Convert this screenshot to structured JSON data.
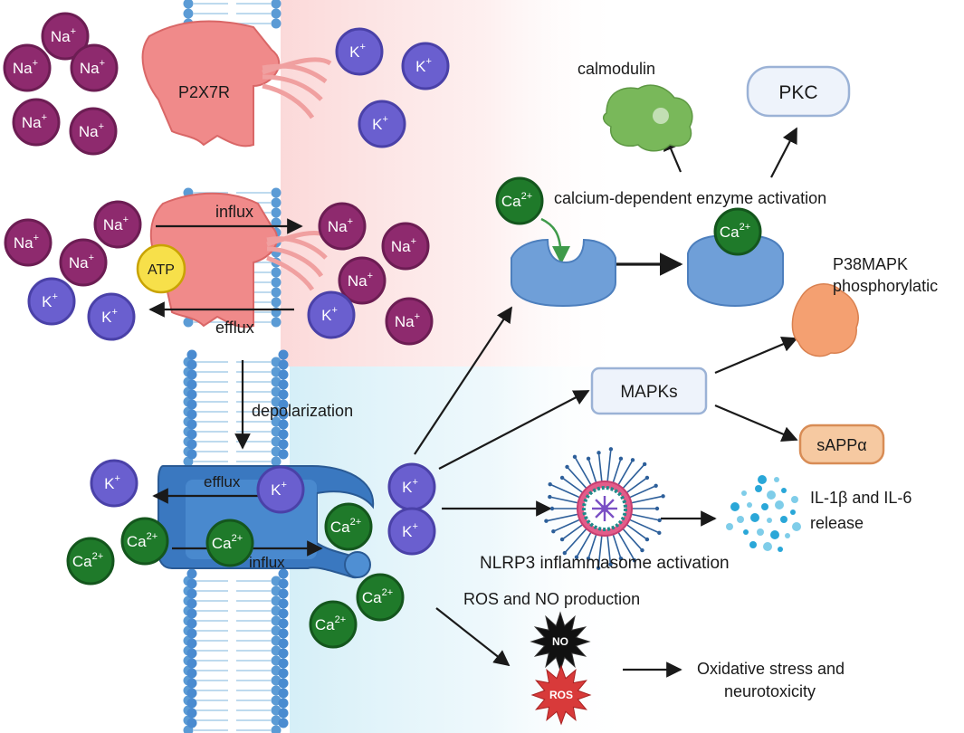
{
  "ions": {
    "na": {
      "symbol": "Na",
      "charge": "+",
      "fill": "#8e2a6e",
      "stroke": "#6c1d53"
    },
    "k": {
      "symbol": "K",
      "charge": "+",
      "fill": "#6a5fcf",
      "stroke": "#4a41a8"
    },
    "ca": {
      "symbol": "Ca",
      "charge": "2+",
      "fill": "#1f7a2a",
      "stroke": "#14561d"
    }
  },
  "labels": {
    "receptor": "P2X7R",
    "atp": "ATP",
    "influx_top": "influx",
    "efflux_top": "efflux",
    "depolarization": "depolarization",
    "efflux_channel": "efflux",
    "influx_channel": "influx",
    "calmodulin": "calmodulin",
    "pkc": "PKC",
    "calcium_enzyme": "calcium-dependent enzyme activation",
    "p38_line1": "P38MAPK",
    "p38_line2": "phosphorylatic",
    "mapks": "MAPKs",
    "sappa": "sAPPα",
    "il_line1": "IL-1β and IL-6",
    "il_line2": "release",
    "nlrp3": "NLRP3 inflammasome activation",
    "ros_no": "ROS and NO production",
    "no_badge": "NO",
    "ros_badge": "ROS",
    "oxidative_line1": "Oxidative stress and",
    "oxidative_line2": "neurotoxicity"
  },
  "colors": {
    "membrane_head": "#5b9bd5",
    "extracellular_bg": "#fde8e8",
    "intracellular_bg": "#e3f5fa",
    "receptor": "#f08a8a",
    "channel": "#3a78c0",
    "enzyme": "#6f9fd8",
    "atp": "#f7e04a",
    "calmodulin": "#79b85a",
    "p38": "#f4a071",
    "sappa": "#f6c9a1",
    "box_fill": "#eef3fb",
    "box_stroke": "#9bb2d6",
    "arrow": "#1a1a1a",
    "green_arrow": "#3f9a4a"
  }
}
